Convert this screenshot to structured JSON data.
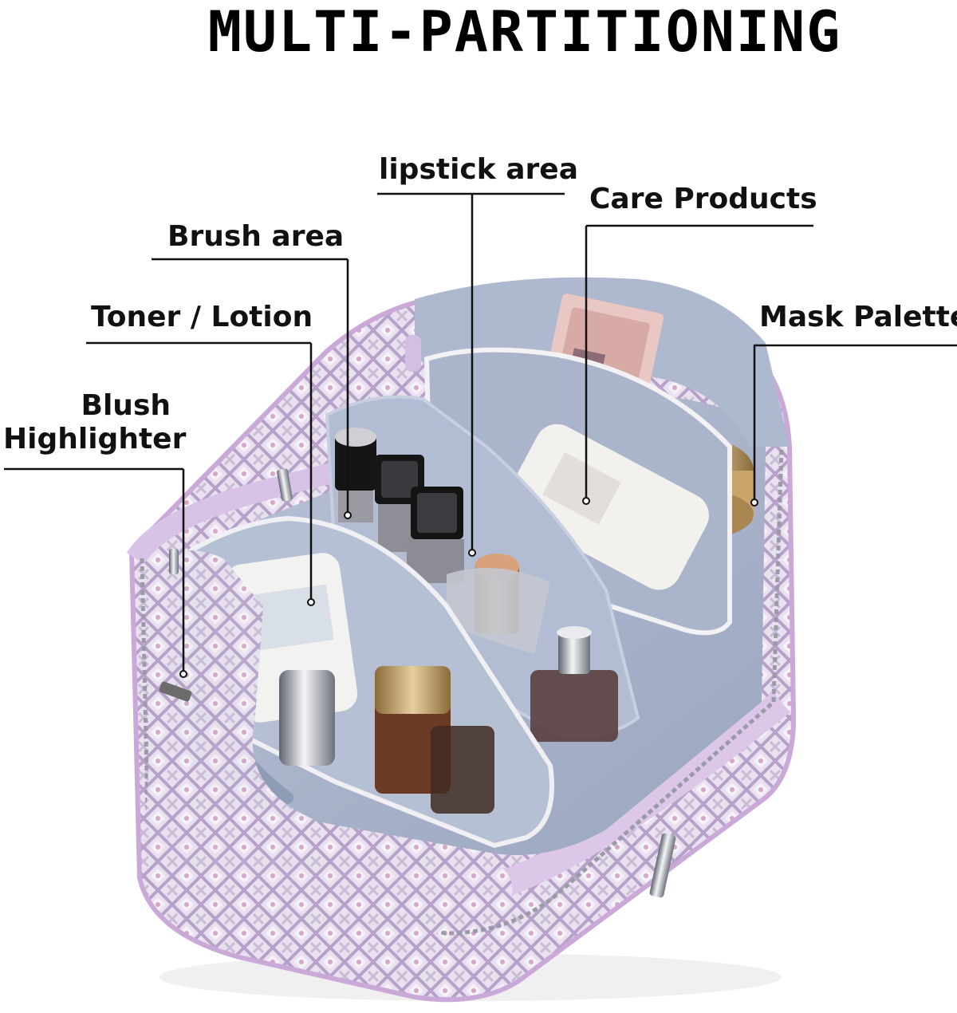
{
  "title": "MULTI-PARTITIONING",
  "labels": {
    "lipstick": "lipstick area",
    "care": "Care Products",
    "brush": "Brush area",
    "mask": "Mask Palette",
    "toner": "Toner / Lotion",
    "blush_line1": "Blush",
    "blush_line2": "Highlighter"
  },
  "colors": {
    "bag_lavender": "#d7c3e3",
    "lining_blue": "#a9b4cc",
    "text": "#111111"
  }
}
